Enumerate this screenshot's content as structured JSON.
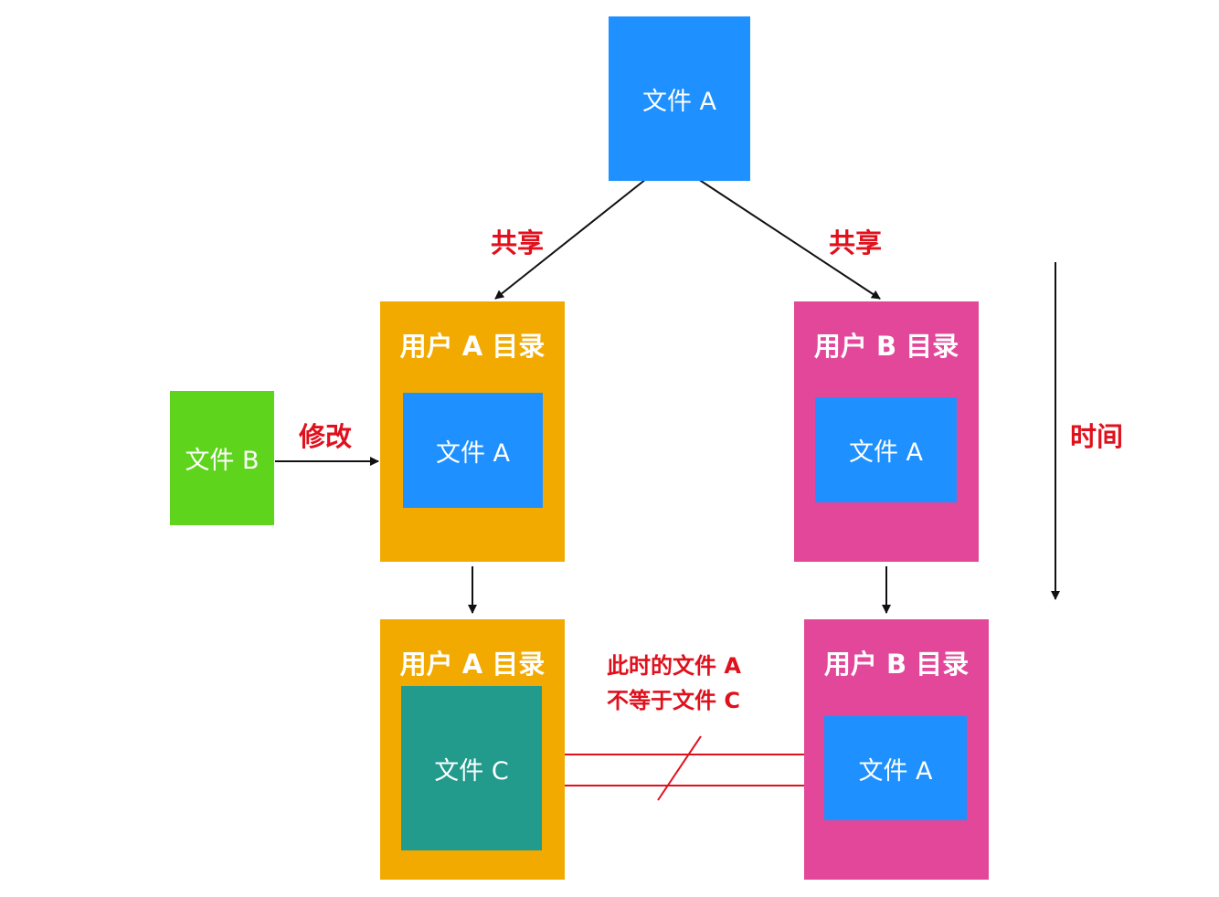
{
  "top_file": {
    "label": "文件 A"
  },
  "share_labels": {
    "left": "共享",
    "right": "共享"
  },
  "modify_label": "修改",
  "time_label": "时间",
  "file_b": {
    "label": "文件 B"
  },
  "user_a_before": {
    "title": "用户 A 目录",
    "file": "文件 A"
  },
  "user_b_before": {
    "title": "用户 B 目录",
    "file": "文件 A"
  },
  "user_a_after": {
    "title": "用户 A 目录",
    "file": "文件 C"
  },
  "user_b_after": {
    "title": "用户 B 目录",
    "file": "文件 A"
  },
  "note": {
    "line1": "此时的文件 A",
    "line2": "不等于文件 C"
  },
  "colors": {
    "file_blue": "#1e90ff",
    "file_green": "#5ed41c",
    "file_teal": "#229a8c",
    "dir_orange": "#f2aa00",
    "dir_pink": "#e2479a",
    "label_red": "#e0101c"
  }
}
